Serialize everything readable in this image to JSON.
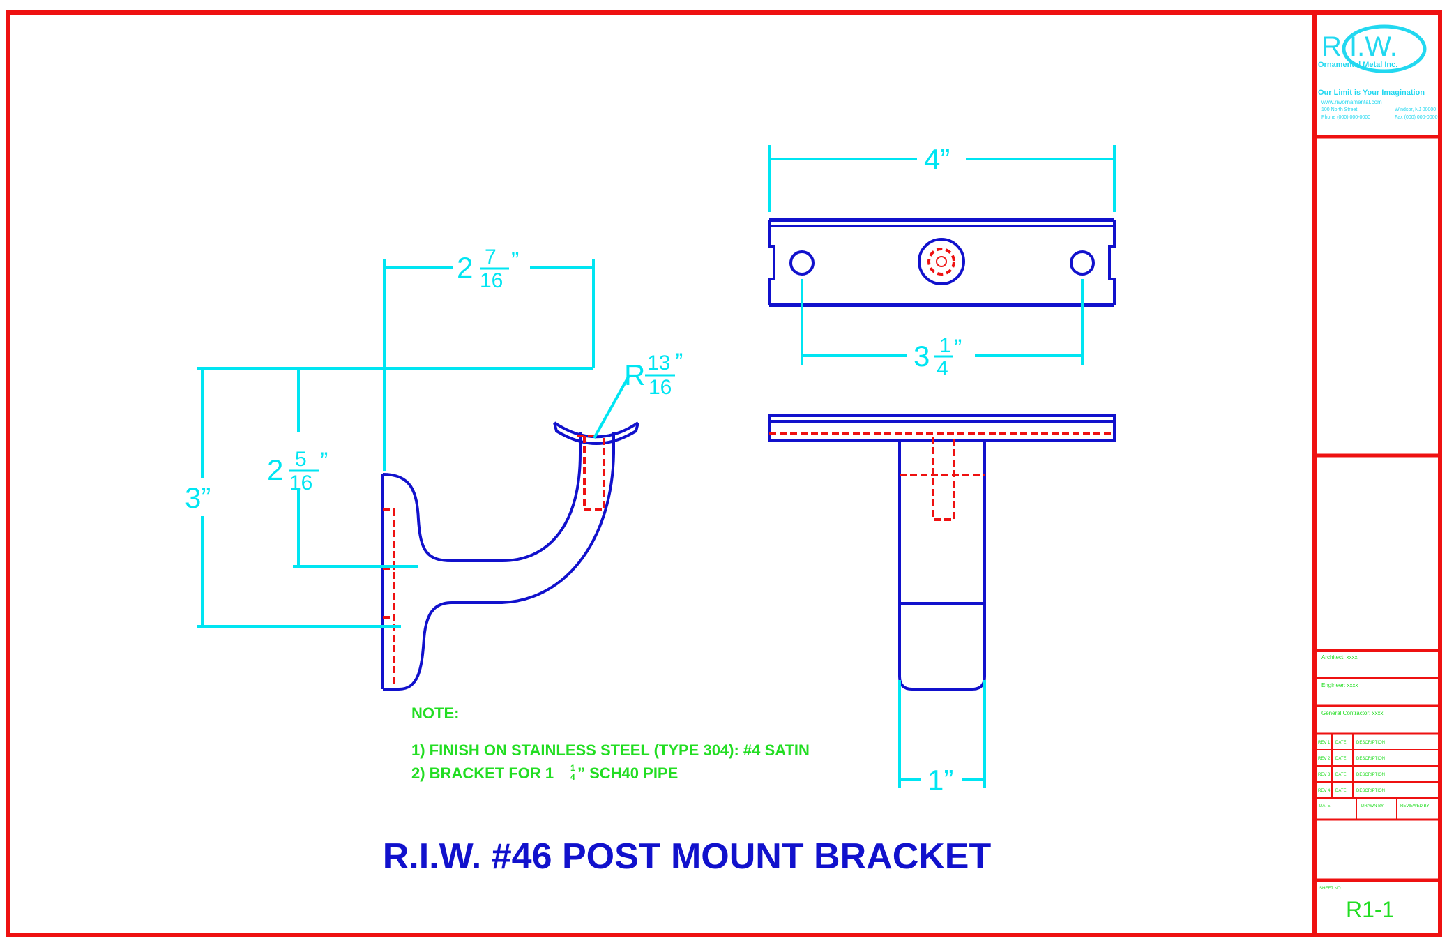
{
  "title": "R.I.W. #46 POST MOUNT BRACKET",
  "side_view": {
    "dim_width": {
      "whole": "2",
      "num": "7",
      "den": "16"
    },
    "dim_height_total": "3”",
    "dim_height_mid": {
      "whole": "2",
      "num": "5",
      "den": "16"
    },
    "dim_radius": {
      "prefix": "R",
      "num": "13",
      "den": "16"
    }
  },
  "top_view": {
    "dim_width": "4”",
    "dim_hole_spacing": {
      "whole": "3",
      "num": "1",
      "den": "4"
    }
  },
  "front_view": {
    "dim_arm_width": "1”"
  },
  "notes": {
    "heading": "NOTE:",
    "line1": "1) FINISH ON STAINLESS STEEL (TYPE 304): #4 SATIN",
    "line2_prefix": "2) BRACKET FOR 1",
    "line2_num": "1",
    "line2_den": "4",
    "line2_suffix": "” SCH40 PIPE"
  },
  "title_block": {
    "logo_text": "R.I.W.",
    "logo_sub": "Ornamental Metal Inc.",
    "tagline": "Our Limit is Your Imagination",
    "website": "www.riwornamental.com",
    "address": "100 North Street",
    "city": "Windsor, NJ 00000",
    "phone": "Phone (000) 000-0000",
    "fax": "Fax (000) 000-0000",
    "architect": "Architect: xxxx",
    "engineer": "Engineer: xxxx",
    "general_contractor": "General Contractor: xxxx",
    "rev_rows": [
      {
        "no": "REV 1",
        "date": "DATE",
        "desc": "DESCRIPTION"
      },
      {
        "no": "REV 2",
        "date": "DATE",
        "desc": "DESCRIPTION"
      },
      {
        "no": "REV 3",
        "date": "DATE",
        "desc": "DESCRIPTION"
      },
      {
        "no": "REV 4",
        "date": "DATE",
        "desc": "DESCRIPTION"
      }
    ],
    "date_label": "DATE",
    "drawn_by_label": "DRAWN BY",
    "reviewed_by_label": "REVIEWED BY",
    "sheet_label": "SHEET NO.",
    "sheet_number": "R1-1"
  },
  "colors": {
    "border": "#ee1111",
    "outline": "#1111cc",
    "hidden": "#ee1111",
    "dimension": "#00e5f2",
    "note": "#22dd22"
  }
}
